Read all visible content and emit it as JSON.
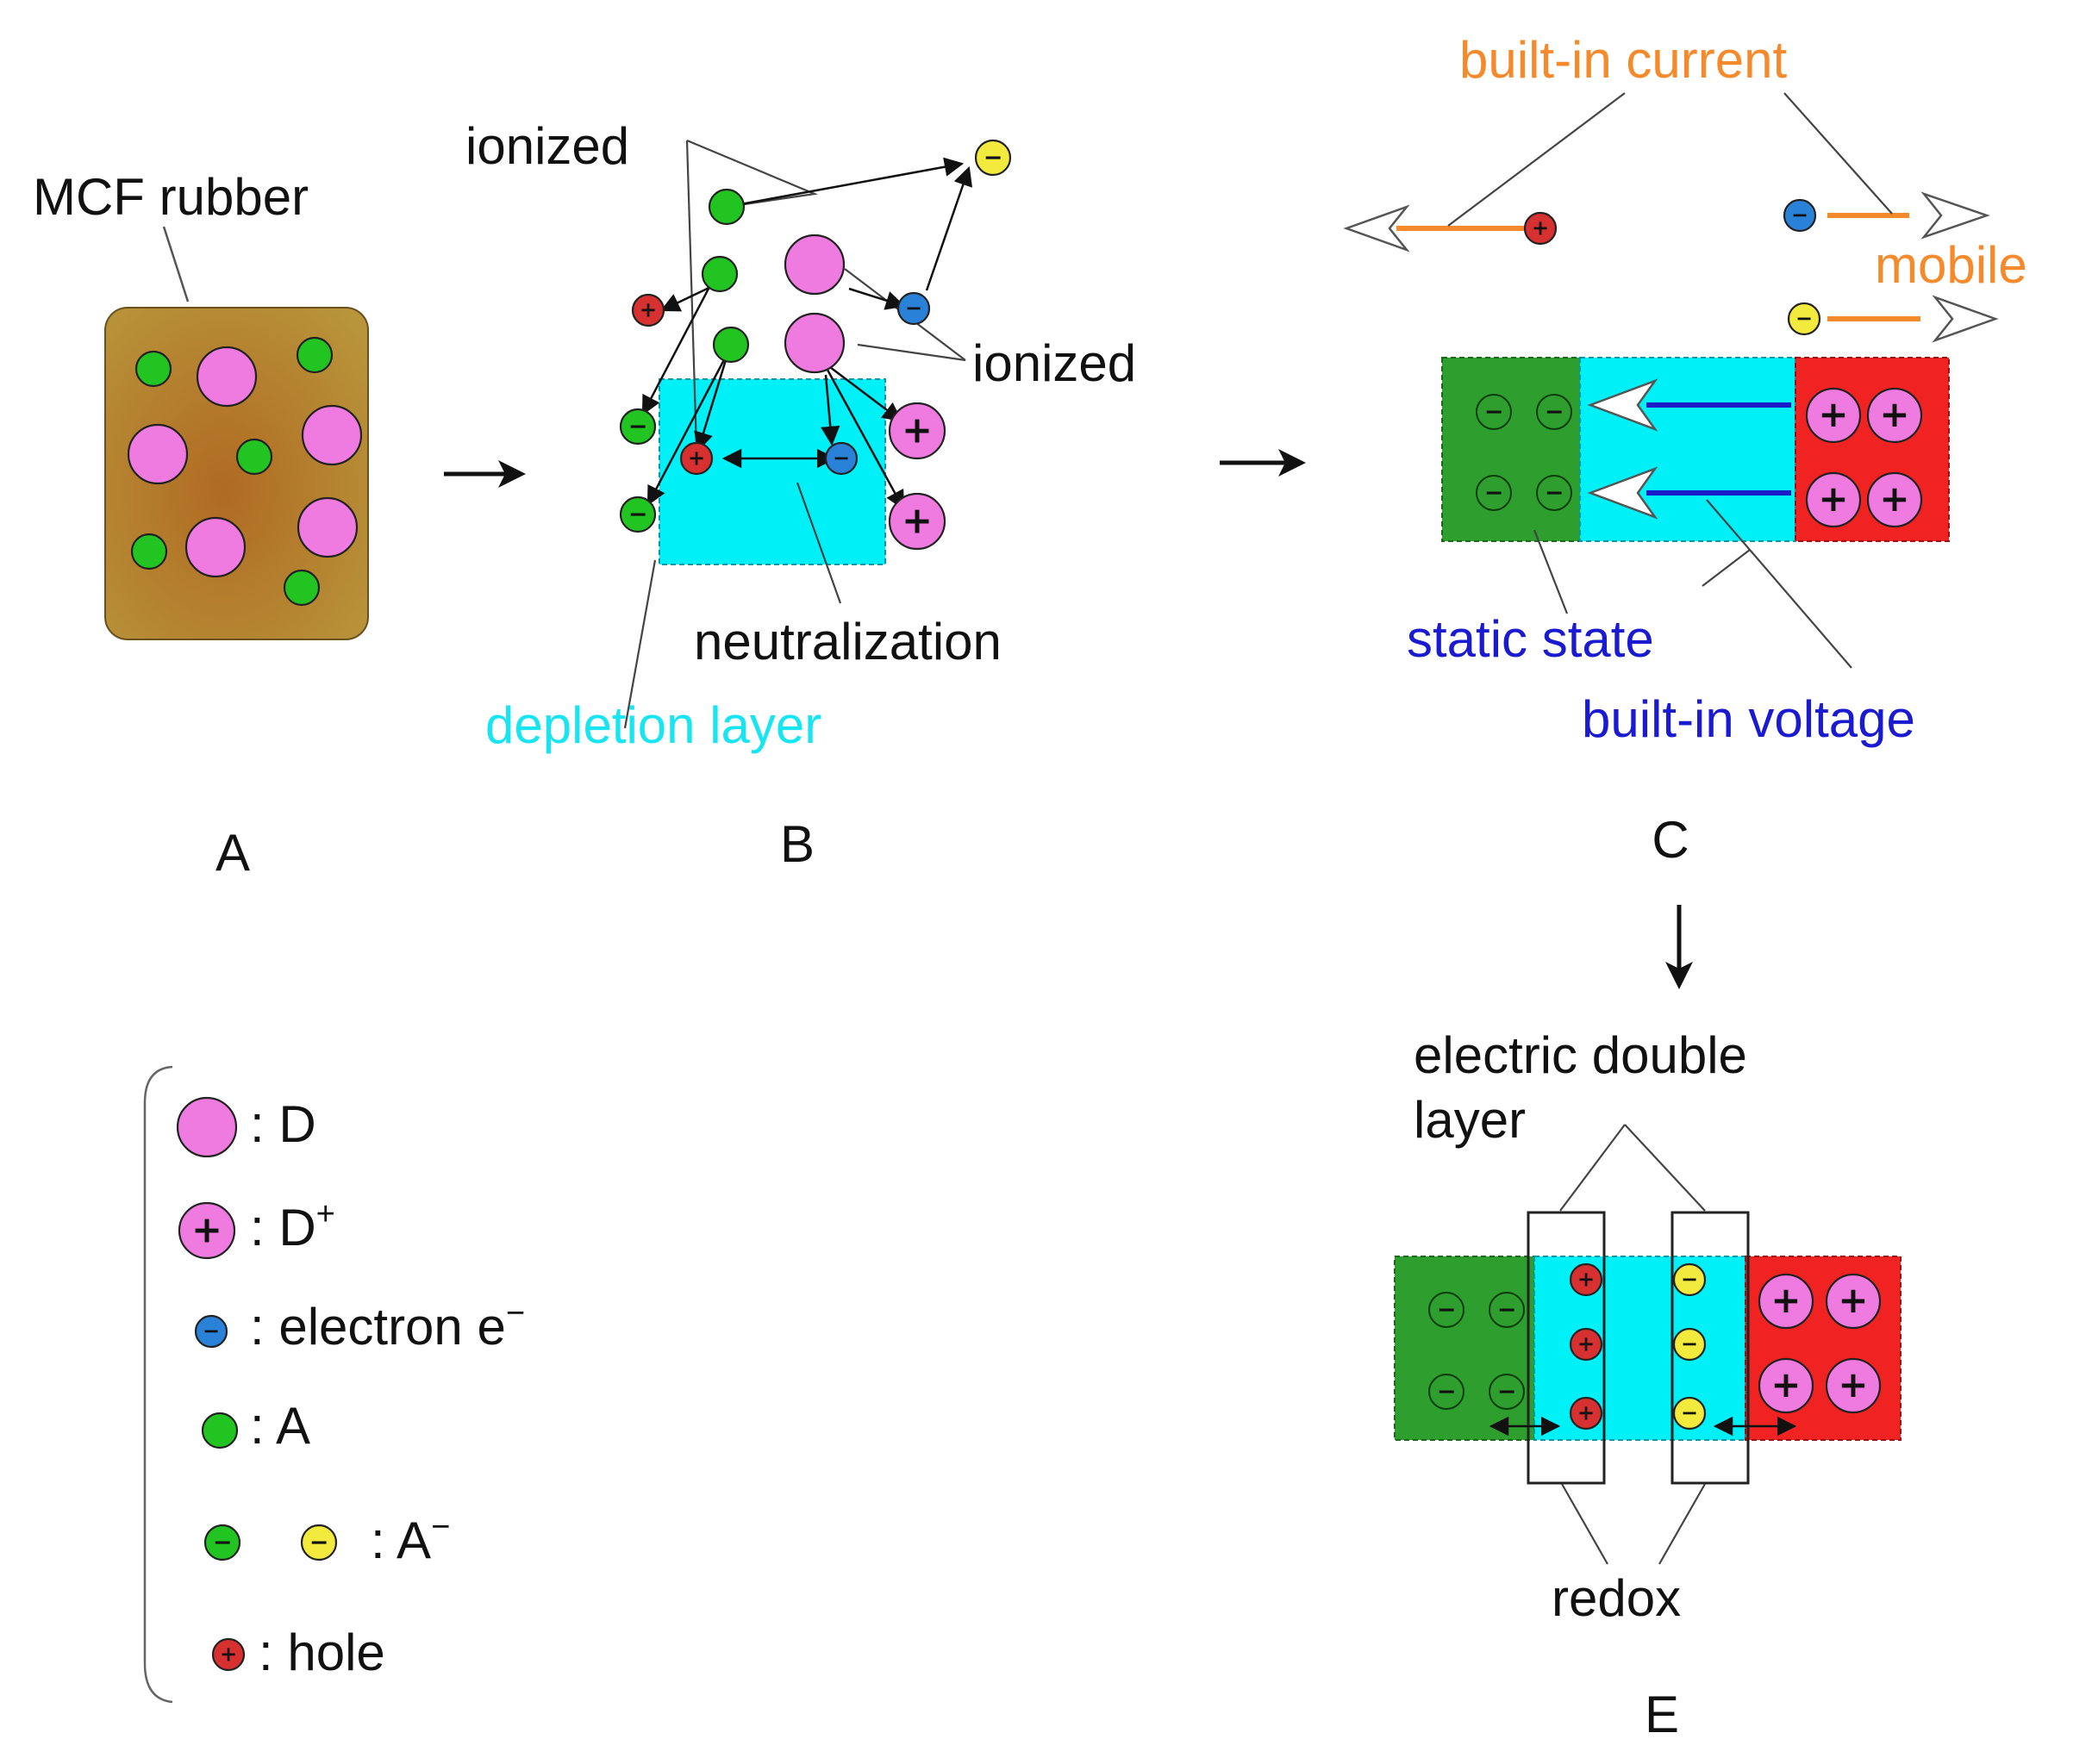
{
  "labels": {
    "mcf_rubber": "MCF rubber",
    "ionized_top": "ionized",
    "ionized_right": "ionized",
    "neutralization": "neutralization",
    "depletion_layer": "depletion layer",
    "built_in_current": "built-in current",
    "mobile": "mobile",
    "static_state": "static state",
    "built_in_voltage": "built-in voltage",
    "electric_double": "electric double",
    "layer": "layer",
    "redox": "redox"
  },
  "panels": {
    "a": "A",
    "b": "B",
    "c": "C",
    "e": "E"
  },
  "legend": {
    "d": ": D",
    "d_plus_base": ": D",
    "d_plus_sup": "+",
    "electron": ": electron e",
    "electron_sup": "−",
    "a": ": A",
    "a_minus_base": ": A",
    "a_minus_sup": "−",
    "hole": ": hole"
  },
  "symbols": {
    "plus": "+",
    "minus": "−"
  },
  "colors": {
    "donor": "#f07be0",
    "acceptor": "#22c422",
    "electron": "#2a82d8",
    "hole": "#d63030",
    "acceptor_ion_yellow": "#f2ea3c",
    "depletion": "#00f0f8",
    "n_region": "#2e9e2e",
    "p_region": "#f02222",
    "rubber": "#b07a30",
    "label_orange": "#f58a2c",
    "label_blue": "#1a1ad0",
    "label_cyan": "#18e4f2",
    "voltage_arrow": "#1b1bc8"
  }
}
